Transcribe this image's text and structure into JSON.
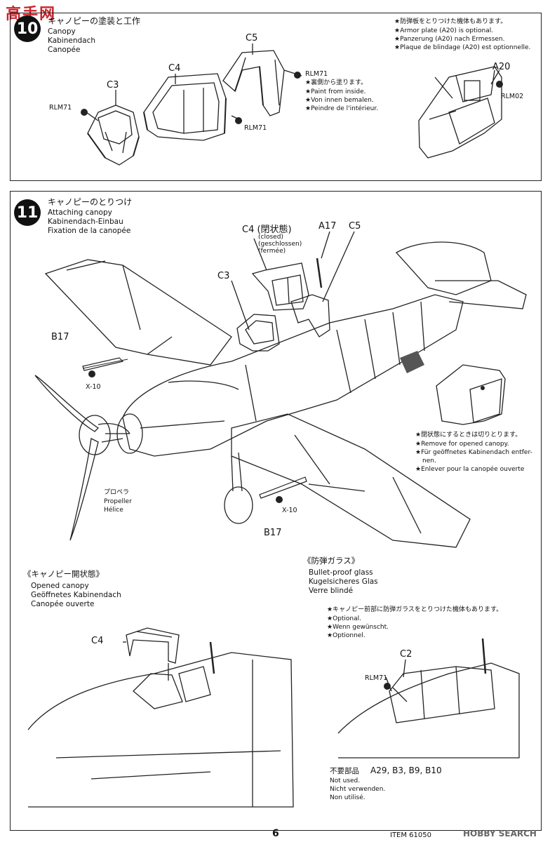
{
  "watermark": "高手网",
  "step10": {
    "number": "10",
    "title_jp": "キャノピーの塗装と工作",
    "title_en": "Canopy",
    "title_de": "Kabinendach",
    "title_fr": "Canopée",
    "parts": {
      "c3": "C3",
      "c4": "C4",
      "c5": "C5"
    },
    "paint_a": "RLM71",
    "paint_b": "RLM71",
    "paint_c": "RLM71",
    "inside_jp": "★裏側から塗ります。",
    "inside_en": "★Paint from inside.",
    "inside_de": "★Von innen bemalen.",
    "inside_fr": "★Peindre de l'intérieur.",
    "armor_jp": "★防弾板をとりつけた機体もあります。",
    "armor_en": "★Armor plate (A20) is optional.",
    "armor_de": "★Panzerung (A20) nach Ermessen.",
    "armor_fr": "★Plaque de blindage (A20) est optionnelle.",
    "armor_part": "A20",
    "armor_paint": "RLM02"
  },
  "step11": {
    "number": "11",
    "title_jp": "キャノピーのとりつけ",
    "title_en": "Attaching canopy",
    "title_de": "Kabinendach-Einbau",
    "title_fr": "Fixation de la canopée",
    "c4_label": "C4 (閉状態)",
    "c4_closed_en": "(closed)",
    "c4_closed_de": "(geschlossen)",
    "c4_closed_fr": "(fermée)",
    "a17": "A17",
    "c5": "C5",
    "c3": "C3",
    "b17_top": "B17",
    "x10_top": "X-10",
    "b17_bottom": "B17",
    "x10_bottom": "X-10",
    "prop_jp": "プロペラ",
    "prop_en": "Propeller",
    "prop_fr": "Hélice",
    "remove_jp": "★閉状態にするときは切りとります。",
    "remove_en": "★Remove for opened canopy.",
    "remove_de1": "★Für geöffnetes Kabinendach entfer-",
    "remove_de2": "nen.",
    "remove_fr": "★Enlever pour la canopée ouverte"
  },
  "opened": {
    "title_jp": "《キャノピー開状態》",
    "title_en": "Opened canopy",
    "title_de": "Geöffnetes Kabinendach",
    "title_fr": "Canopée ouverte",
    "part": "C4"
  },
  "glass": {
    "title_jp": "《防弾ガラス》",
    "title_en": "Bullet-proof glass",
    "title_de": "Kugelsicheres Glas",
    "title_fr": "Verre blindé",
    "note_jp": "★キャノピー前部に防弾ガラスをとりつけた機体もあります。",
    "note_en": "★Optional.",
    "note_de": "★Wenn gewünscht.",
    "note_fr": "★Optionnel.",
    "part": "C2",
    "paint": "RLM71",
    "unused_jp": "不要部品",
    "unused_parts": "A29, B3, B9, B10",
    "unused_en": "Not used.",
    "unused_de": "Nicht verwenden.",
    "unused_fr": "Non utilisé."
  },
  "footer": {
    "page": "6",
    "item": "ITEM 61050",
    "credit": "HOBBY SEARCH"
  }
}
